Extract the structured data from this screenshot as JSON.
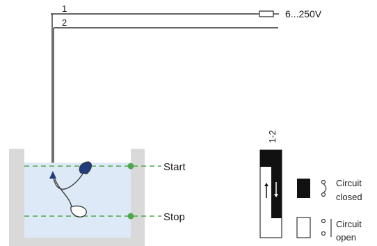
{
  "wiring": {
    "wire1_label": "1",
    "wire2_label": "2",
    "supply_label": "6...250V"
  },
  "tank": {
    "start_label": "Start",
    "stop_label": "Stop",
    "water_color": "#dde9f7",
    "wall_color": "#d9d9d9",
    "level_line_color": "#4fa84f",
    "float_color": "#1f3d7a"
  },
  "switch_diagram": {
    "contact_label": "1-2",
    "legend": {
      "closed_line1": "Circuit",
      "closed_line2": "closed",
      "open_line1": "Circuit",
      "open_line2": "open"
    }
  }
}
